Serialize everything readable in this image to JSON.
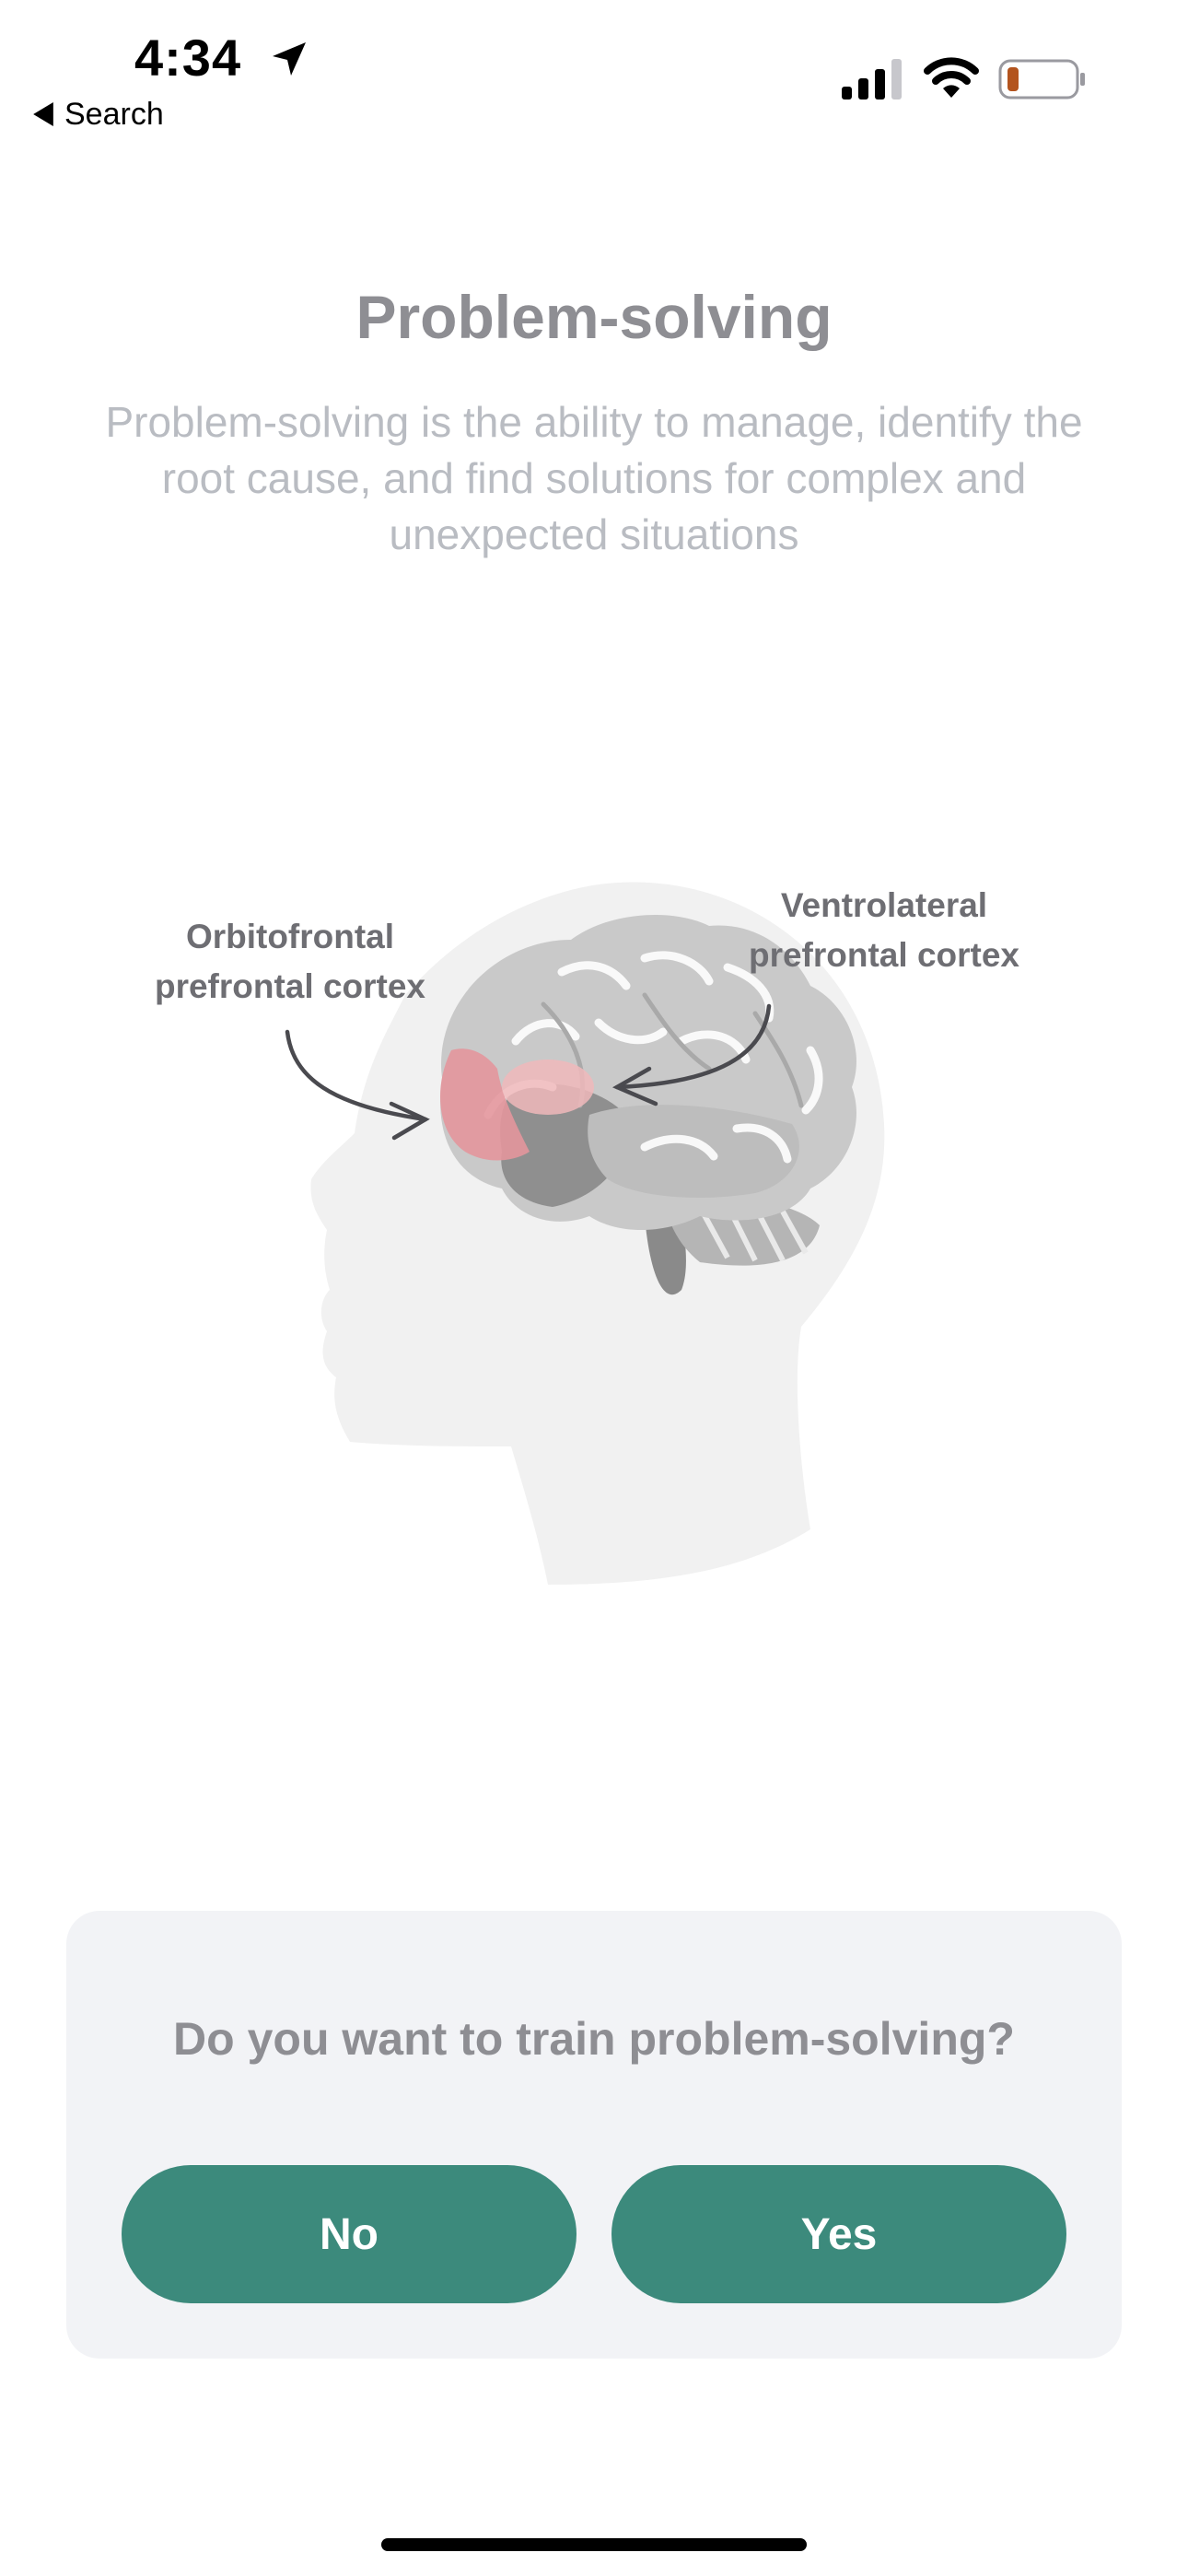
{
  "status_bar": {
    "time": "4:34",
    "back_label": "Search",
    "battery_color": "#b3541e"
  },
  "header": {
    "title": "Problem-solving",
    "description": "Problem-solving is the ability to manage, identify the root cause, and find solutions for complex and unexpected situations"
  },
  "illustration": {
    "label_left_line1": "Orbitofrontal",
    "label_left_line2": "prefrontal cortex",
    "label_right_line1": "Ventrolateral",
    "label_right_line2": "prefrontal cortex",
    "highlight_color": "#e3969c"
  },
  "prompt": {
    "question": "Do you want to train problem-solving?",
    "no_label": "No",
    "yes_label": "Yes",
    "button_color": "#3c8a7c"
  }
}
